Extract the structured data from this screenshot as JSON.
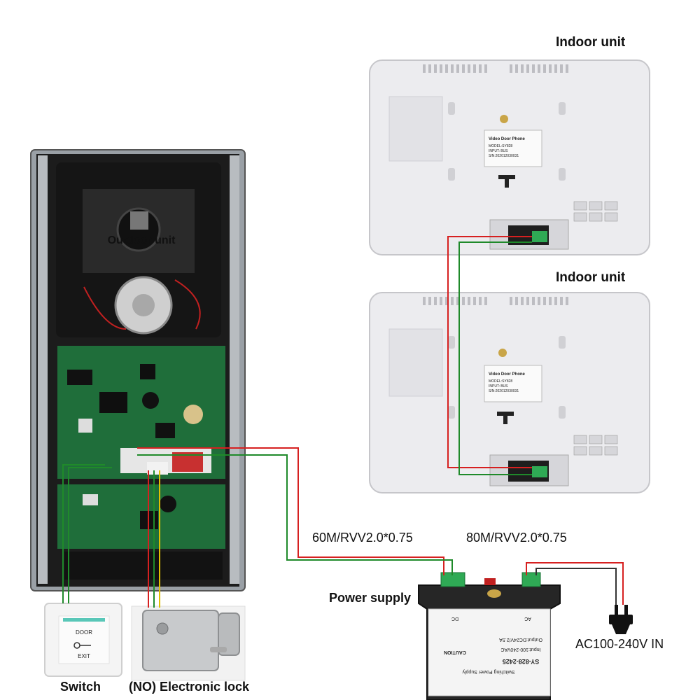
{
  "labels": {
    "indoor_unit_top": "Indoor unit",
    "indoor_unit_bottom": "Indoor unit",
    "outdoor_unit": "Outdoor unit",
    "power_supply": "Power supply",
    "cable_left": "60M/RVV2.0*0.75",
    "cable_right": "80M/RVV2.0*0.75",
    "ac_input": "AC100-240V IN",
    "switch": "Switch",
    "electronic_lock": "(NO) Electronic lock"
  },
  "indoor_sticker": {
    "title": "Video Door Phone",
    "model": "MODEL:SY828",
    "input": "INPUT:  BUS",
    "serial": "S/N:202012030031"
  },
  "exit_button": {
    "top_text": "DOOR",
    "bottom_text": "EXIT"
  },
  "psu_label": {
    "model": "SY-828-2425",
    "type": "Switching Power Supply",
    "input": "Input:100-240VAC",
    "output": "Output:DC24V/2.5A",
    "caution": "CAUTION",
    "dc": "DC",
    "ac": "AC"
  },
  "colors": {
    "wire_red": "#d62020",
    "wire_green": "#1f8a2a",
    "wire_yellow": "#e0c000",
    "pcb_green": "#1f6e3a",
    "housing_dark": "#1e1e1e",
    "monitor_white": "#ececef",
    "terminal_green": "#2faa55"
  }
}
